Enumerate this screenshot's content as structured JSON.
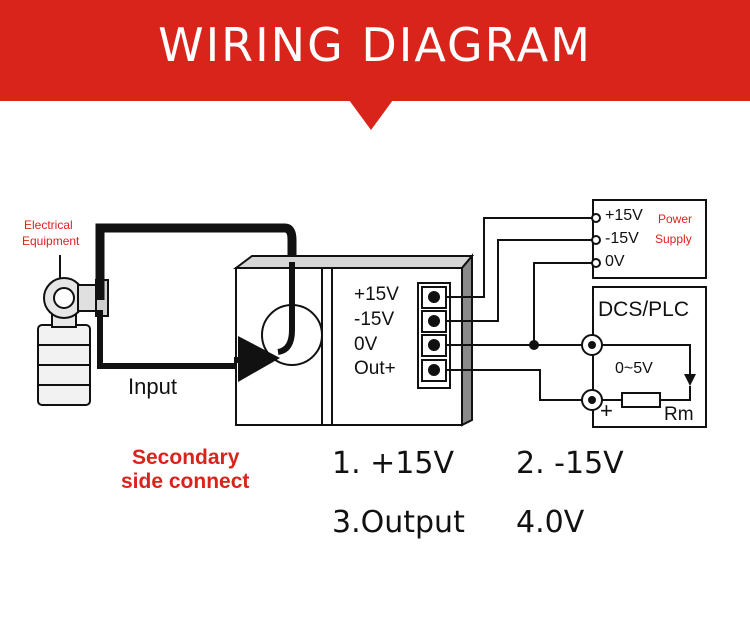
{
  "header": {
    "title": "WIRING DIAGRAM"
  },
  "equipment": {
    "label_line1": "Electrical",
    "label_line2": "Equipment",
    "input_label": "Input"
  },
  "module": {
    "terminals": [
      "+15V",
      "-15V",
      "0V",
      "Out+"
    ]
  },
  "power_supply": {
    "labels": [
      "+15V",
      "-15V",
      "0V"
    ],
    "name_line1": "Power",
    "name_line2": "Supply"
  },
  "dcs": {
    "title": "DCS/PLC",
    "range": "0~5V",
    "plus": "+",
    "resistor": "Rm"
  },
  "secondary": {
    "line1": "Secondary",
    "line2": "side connect"
  },
  "pin_list": {
    "item1": "1.  +15V",
    "item2": "2. -15V",
    "item3": "3.Output",
    "item4": "4.0V"
  },
  "colors": {
    "accent": "#d9241b",
    "ink": "#111111"
  }
}
